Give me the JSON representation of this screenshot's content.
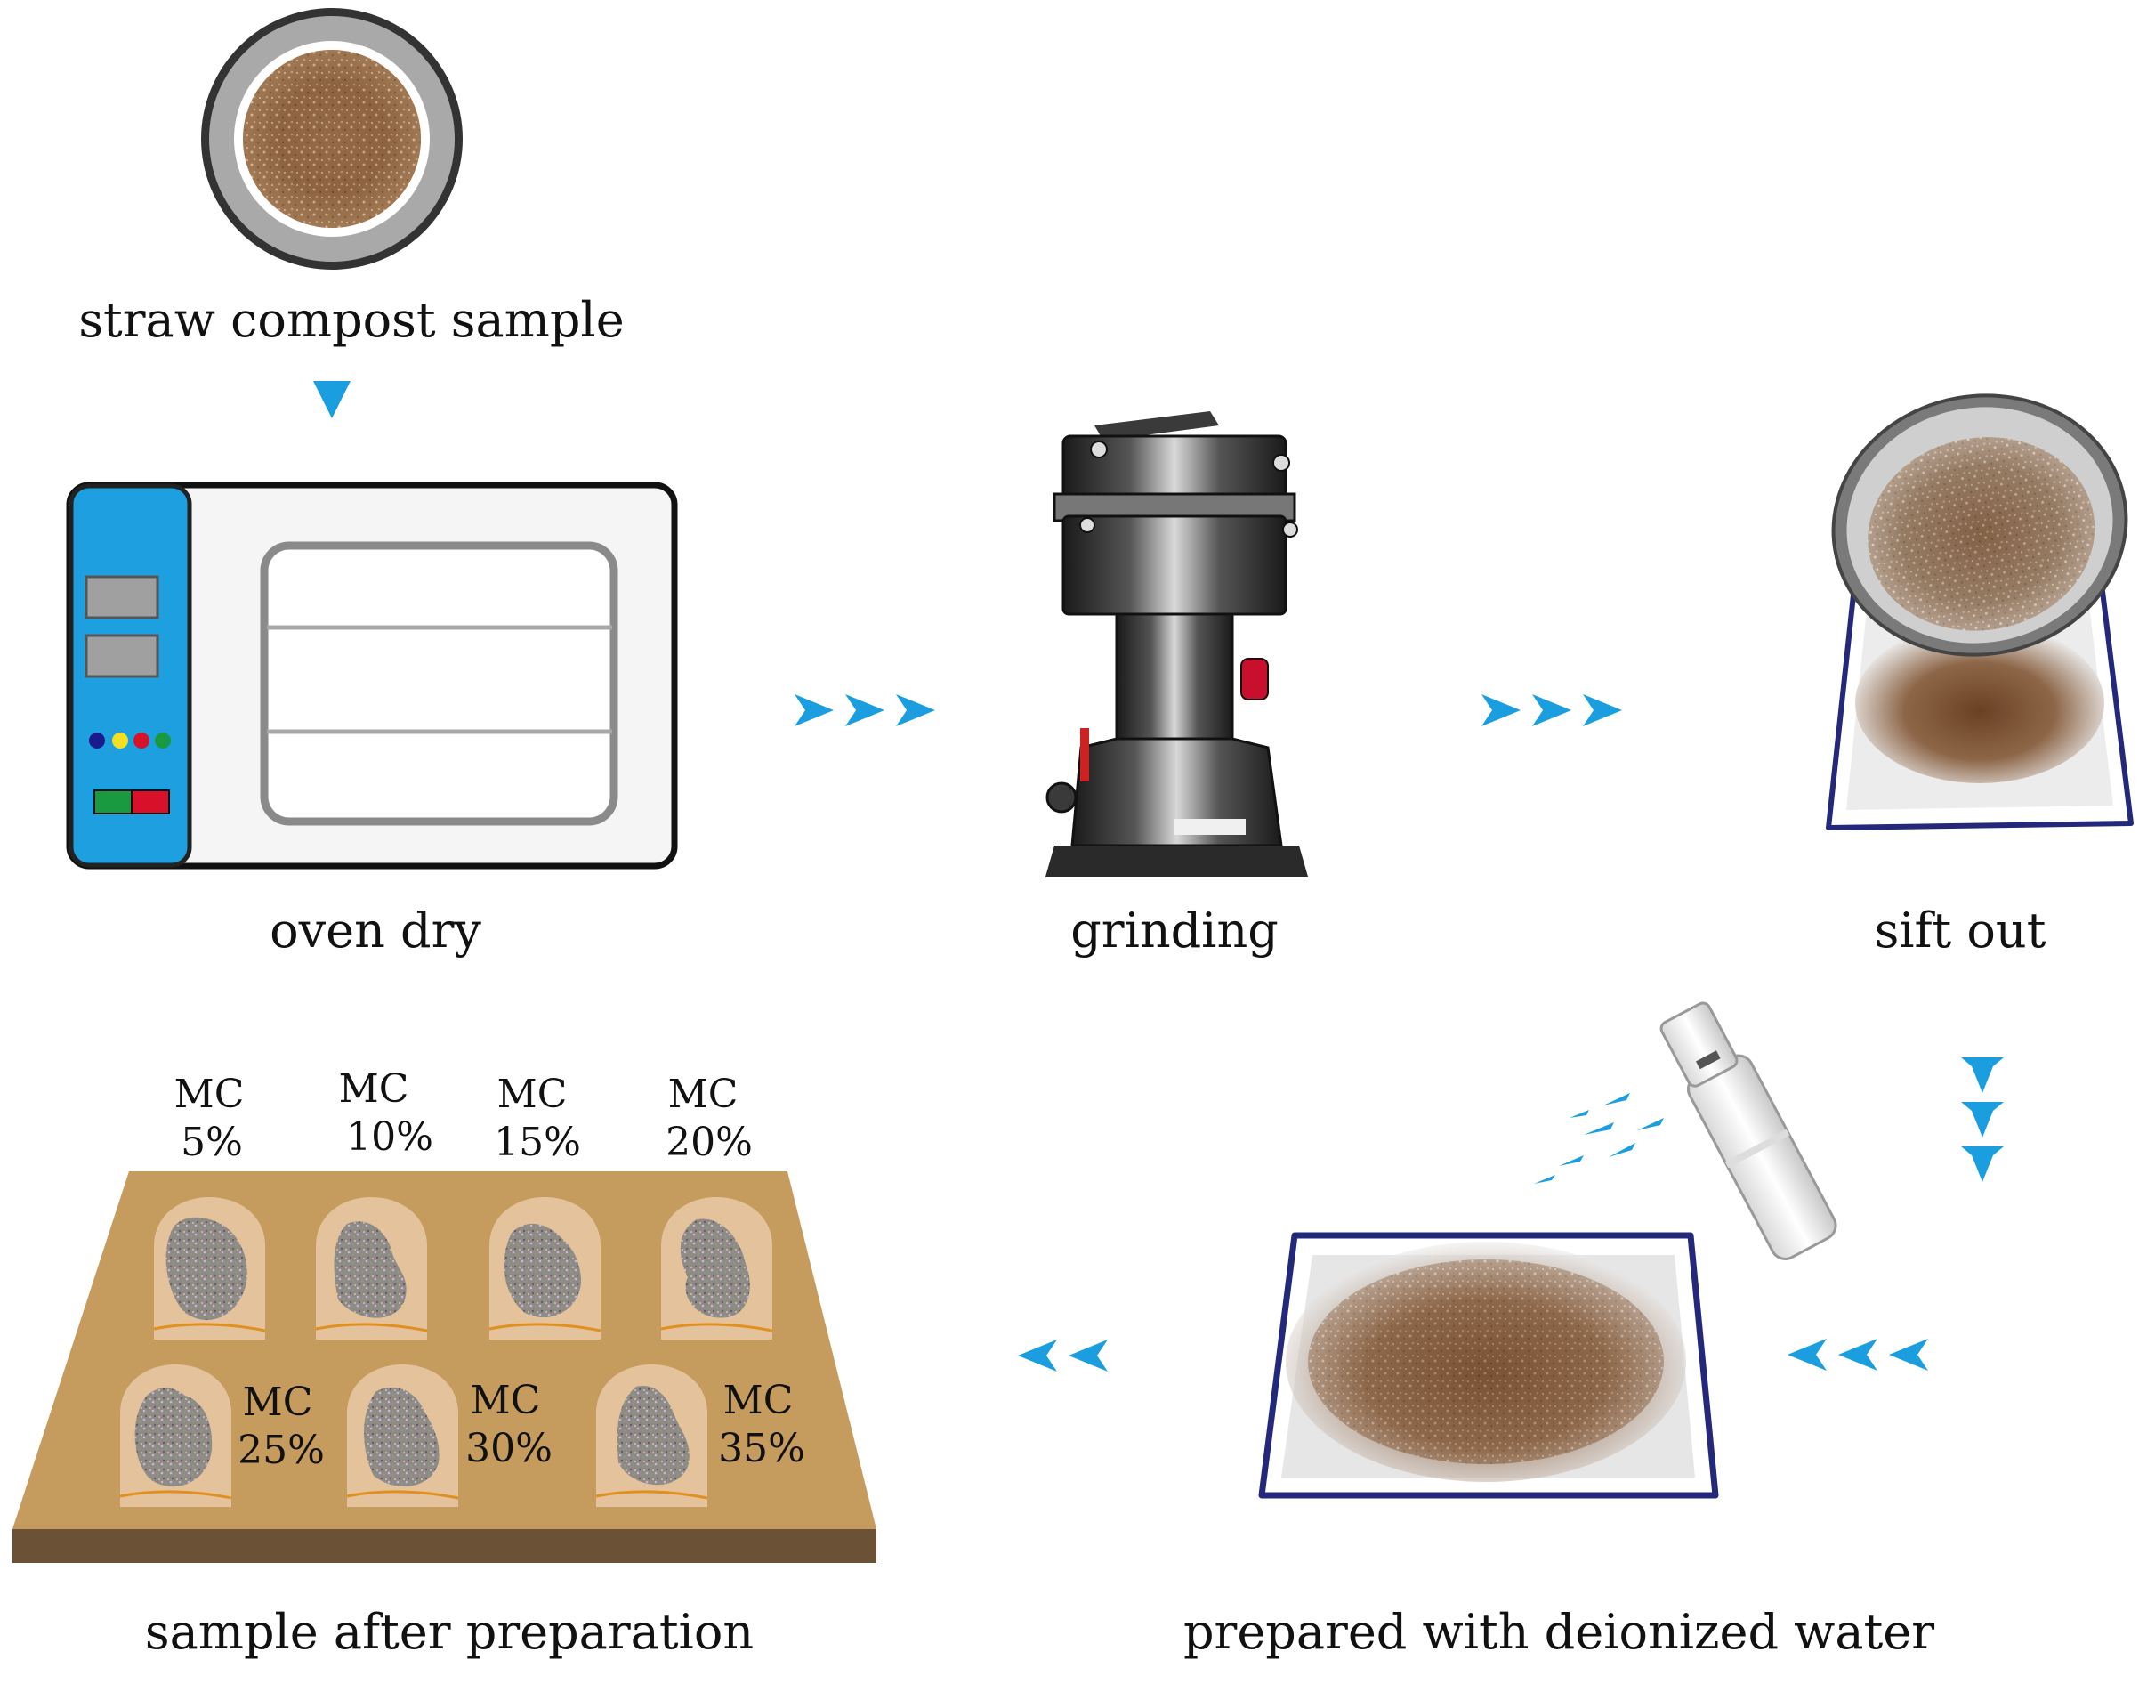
{
  "labels": {
    "straw_compost_sample": "straw compost sample",
    "oven_dry": "oven dry",
    "grinding": "grinding",
    "sift_out": "sift out",
    "prepared_with_water": "prepared with deionized water",
    "sample_after_preparation": "sample after preparation"
  },
  "samples": [
    {
      "name": "MC",
      "value": "5%"
    },
    {
      "name": "MC",
      "value": "10%"
    },
    {
      "name": "MC",
      "value": "15%"
    },
    {
      "name": "MC",
      "value": "20%"
    },
    {
      "name": "MC",
      "value": "25%"
    },
    {
      "name": "MC",
      "value": "30%"
    },
    {
      "name": "MC",
      "value": "35%"
    }
  ],
  "colors": {
    "arrow": "#1a9ee0",
    "oven_panel": "#1ea0e0",
    "board_top": "#c69c5e",
    "board_edge": "#6b5135",
    "compost": "#8a5a33",
    "tray_border": "#23287a",
    "bag": "#e9c9a6"
  }
}
